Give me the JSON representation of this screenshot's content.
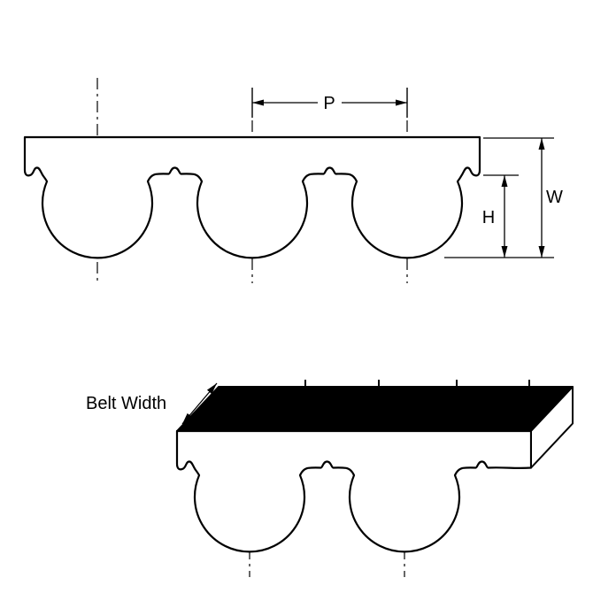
{
  "figure": {
    "view_top": {
      "pitch_label": "P",
      "width_label": "W",
      "height_label": "H"
    },
    "view_bottom": {
      "belt_width_label": "Belt Width"
    },
    "colors": {
      "line": "#000000",
      "top_face_fill": "#000000",
      "belt_fill": "#ffffff",
      "background": "#ffffff"
    }
  }
}
